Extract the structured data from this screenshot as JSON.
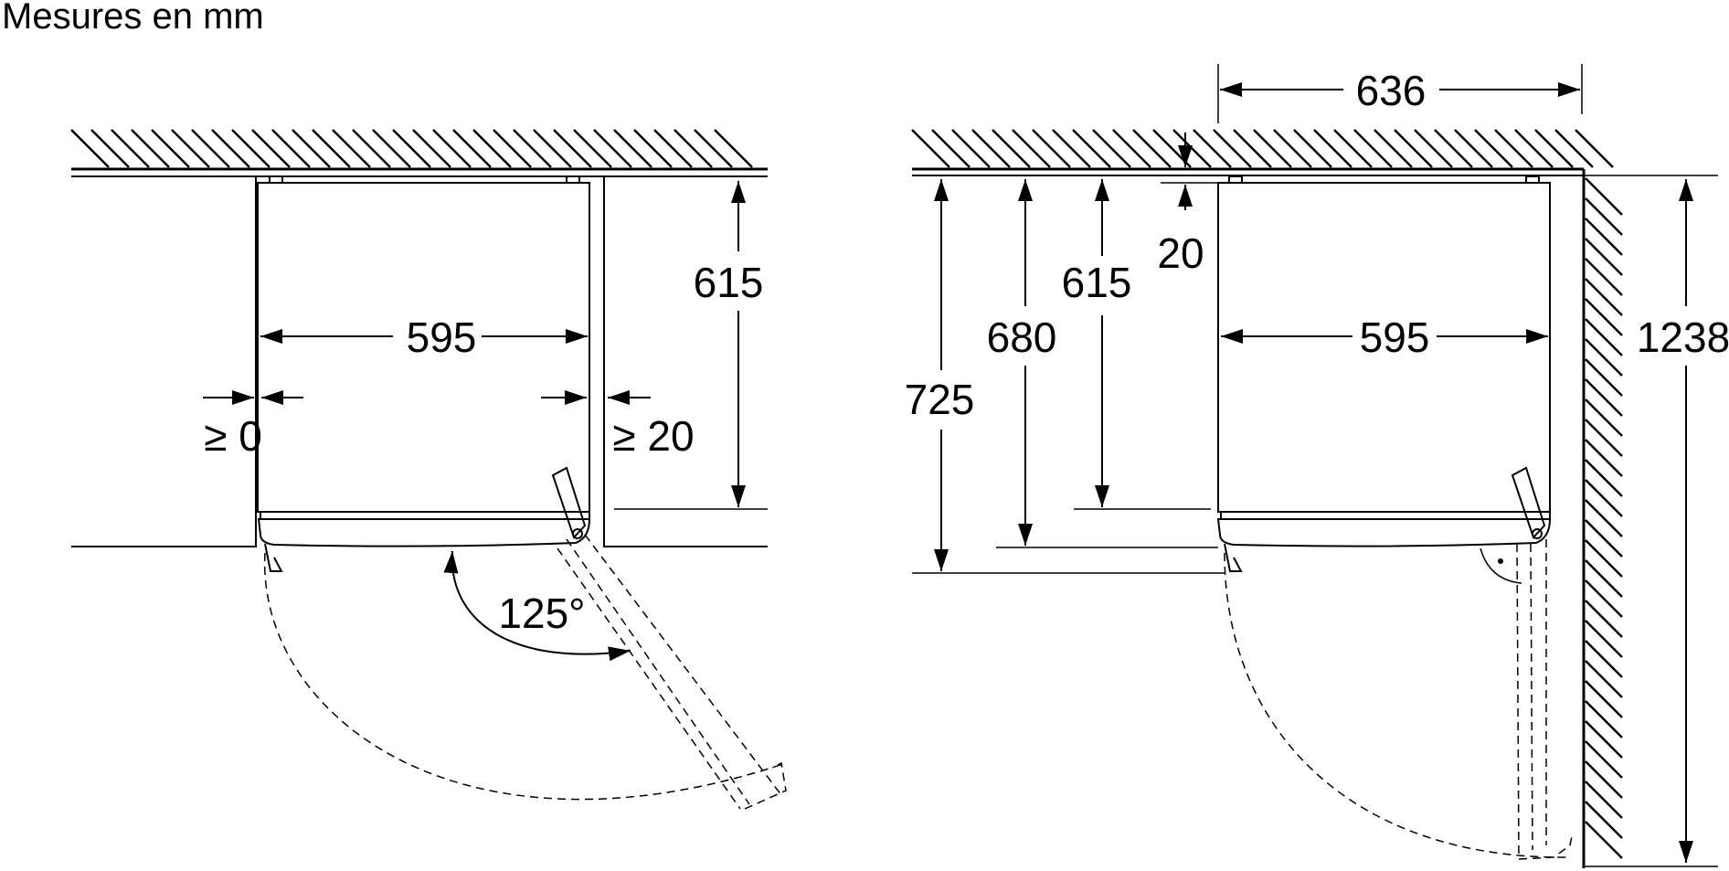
{
  "title": "Mesures en mm",
  "left_view": {
    "depth": "615",
    "width": "595",
    "gap_left": "≥ 0",
    "gap_right": "≥ 20",
    "angle": "125°"
  },
  "right_view": {
    "top_width": "636",
    "gap_top": "20",
    "depth_a": "615",
    "depth_b": "680",
    "depth_c": "725",
    "width": "595",
    "total": "1238"
  }
}
